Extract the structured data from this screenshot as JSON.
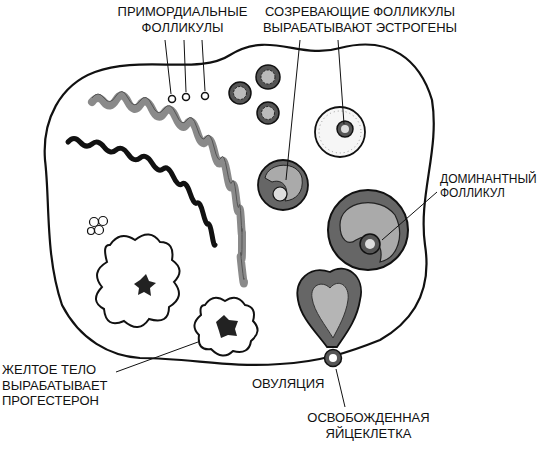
{
  "diagram": {
    "labels": [
      "ПРИМОРДИАЛЬНЫЕ ФОЛЛИКУЛЫ",
      "СОЗРЕВАЮЩИЕ ФОЛЛИКУЛЫ ВЫРАБАТЫВАЮТ ЭСТРОГЕНЫ",
      "ДОМИНАНТНЫЙ ФОЛЛИКУЛ",
      "ЖЕЛТОЕ ТЕЛО ВЫРАБАТЫВАЕТ ПРОГЕСТЕРОН",
      "ОВУЛЯЦИЯ",
      "ОСВОБОЖДЕННАЯ ЯЙЦЕКЛЕТКА"
    ]
  }
}
